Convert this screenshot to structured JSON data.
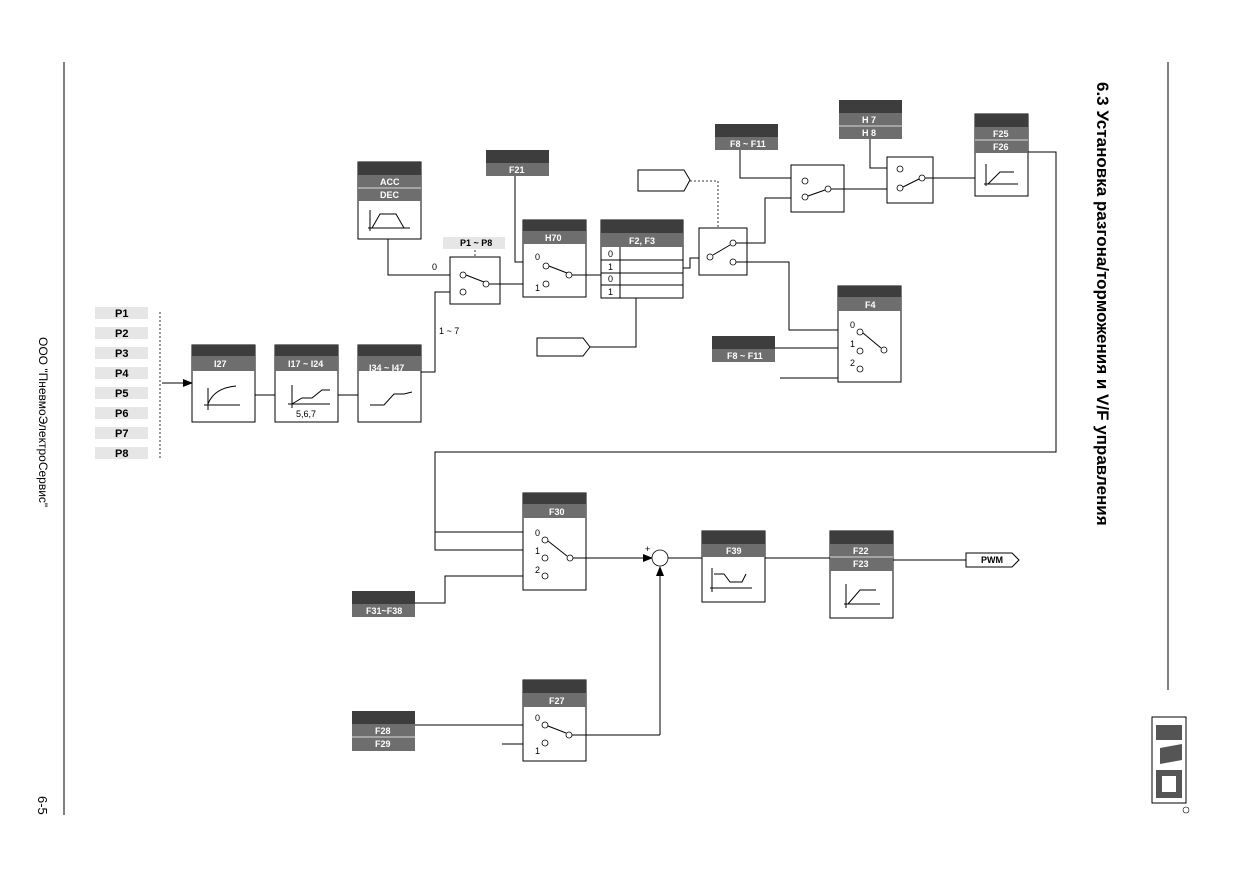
{
  "page": {
    "title": "6.3  Установка разгона/торможения и V/F управления",
    "company": "ООО \"ПневмоЭлектроСервис\"",
    "page_number": "6-5"
  },
  "inputs": [
    "P1",
    "P2",
    "P3",
    "P4",
    "P5",
    "P6",
    "P7",
    "P8"
  ],
  "blocks": {
    "i27": "I27",
    "i17_i24": "I17 ~ I24",
    "i17_note": "5,6,7",
    "i34_i47": "I34 ~ I47",
    "acc": "ACC",
    "dec": "DEC",
    "p1_p8": "P1 ~ P8",
    "sel_0": "0",
    "sel_1_7": "1 ~ 7",
    "f21": "F21",
    "h70": "H70",
    "h70_0": "0",
    "h70_1": "1",
    "f2_f3": "F2, F3",
    "f2_r0": "0",
    "f2_r1": "1",
    "f2_r2": "0",
    "f2_r3": "1",
    "f8_f11_a": "F8 ~ F11",
    "f8_f11_b": "F8 ~ F11",
    "h7": "H 7",
    "h8": "H 8",
    "f25": "F25",
    "f26": "F26",
    "f4": "F4",
    "f4_0": "0",
    "f4_1": "1",
    "f4_2": "2",
    "f30": "F30",
    "f30_0": "0",
    "f30_1": "1",
    "f30_2": "2",
    "f31_f38": "F31~F38",
    "plus": "+",
    "f39": "F39",
    "f22": "F22",
    "f23": "F23",
    "pwm": "PWM",
    "f27": "F27",
    "f27_0": "0",
    "f27_1": "1",
    "f28": "F28",
    "f29": "F29"
  },
  "colors": {
    "header_dark": "#3d3d3d",
    "header_mid": "#6e6e6e",
    "input_bg": "#e6e6e6"
  }
}
